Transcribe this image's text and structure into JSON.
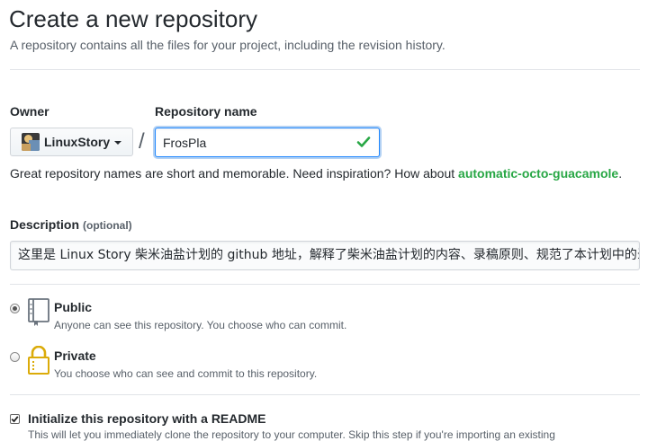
{
  "page": {
    "title": "Create a new repository",
    "subtitle": "A repository contains all the files for your project, including the revision history."
  },
  "owner": {
    "label": "Owner",
    "selected": "LinuxStory"
  },
  "slash": "/",
  "repo": {
    "label": "Repository name",
    "value": "FrosPla"
  },
  "hint": {
    "prefix": "Great repository names are short and memorable. Need inspiration? How about ",
    "suggestion": "automatic-octo-guacamole",
    "suffix": "."
  },
  "description": {
    "label": "Description",
    "optional": "(optional)",
    "value": "这里是 Linux Story 柴米油盐计划的 github 地址，解释了柴米油盐计划的内容、录稿原则、规范了本计划中的录"
  },
  "visibility": {
    "public": {
      "title": "Public",
      "note": "Anyone can see this repository. You choose who can commit.",
      "checked": true
    },
    "private": {
      "title": "Private",
      "note": "You choose who can see and commit to this repository.",
      "checked": false
    }
  },
  "readme": {
    "label": "Initialize this repository with a README",
    "checked": true,
    "note": "This will let you immediately clone the repository to your computer. Skip this step if you're importing an existing"
  },
  "colors": {
    "link_green": "#28a745",
    "focus_blue": "#2188ff",
    "muted": "#586069",
    "lock": "#dbab09"
  }
}
